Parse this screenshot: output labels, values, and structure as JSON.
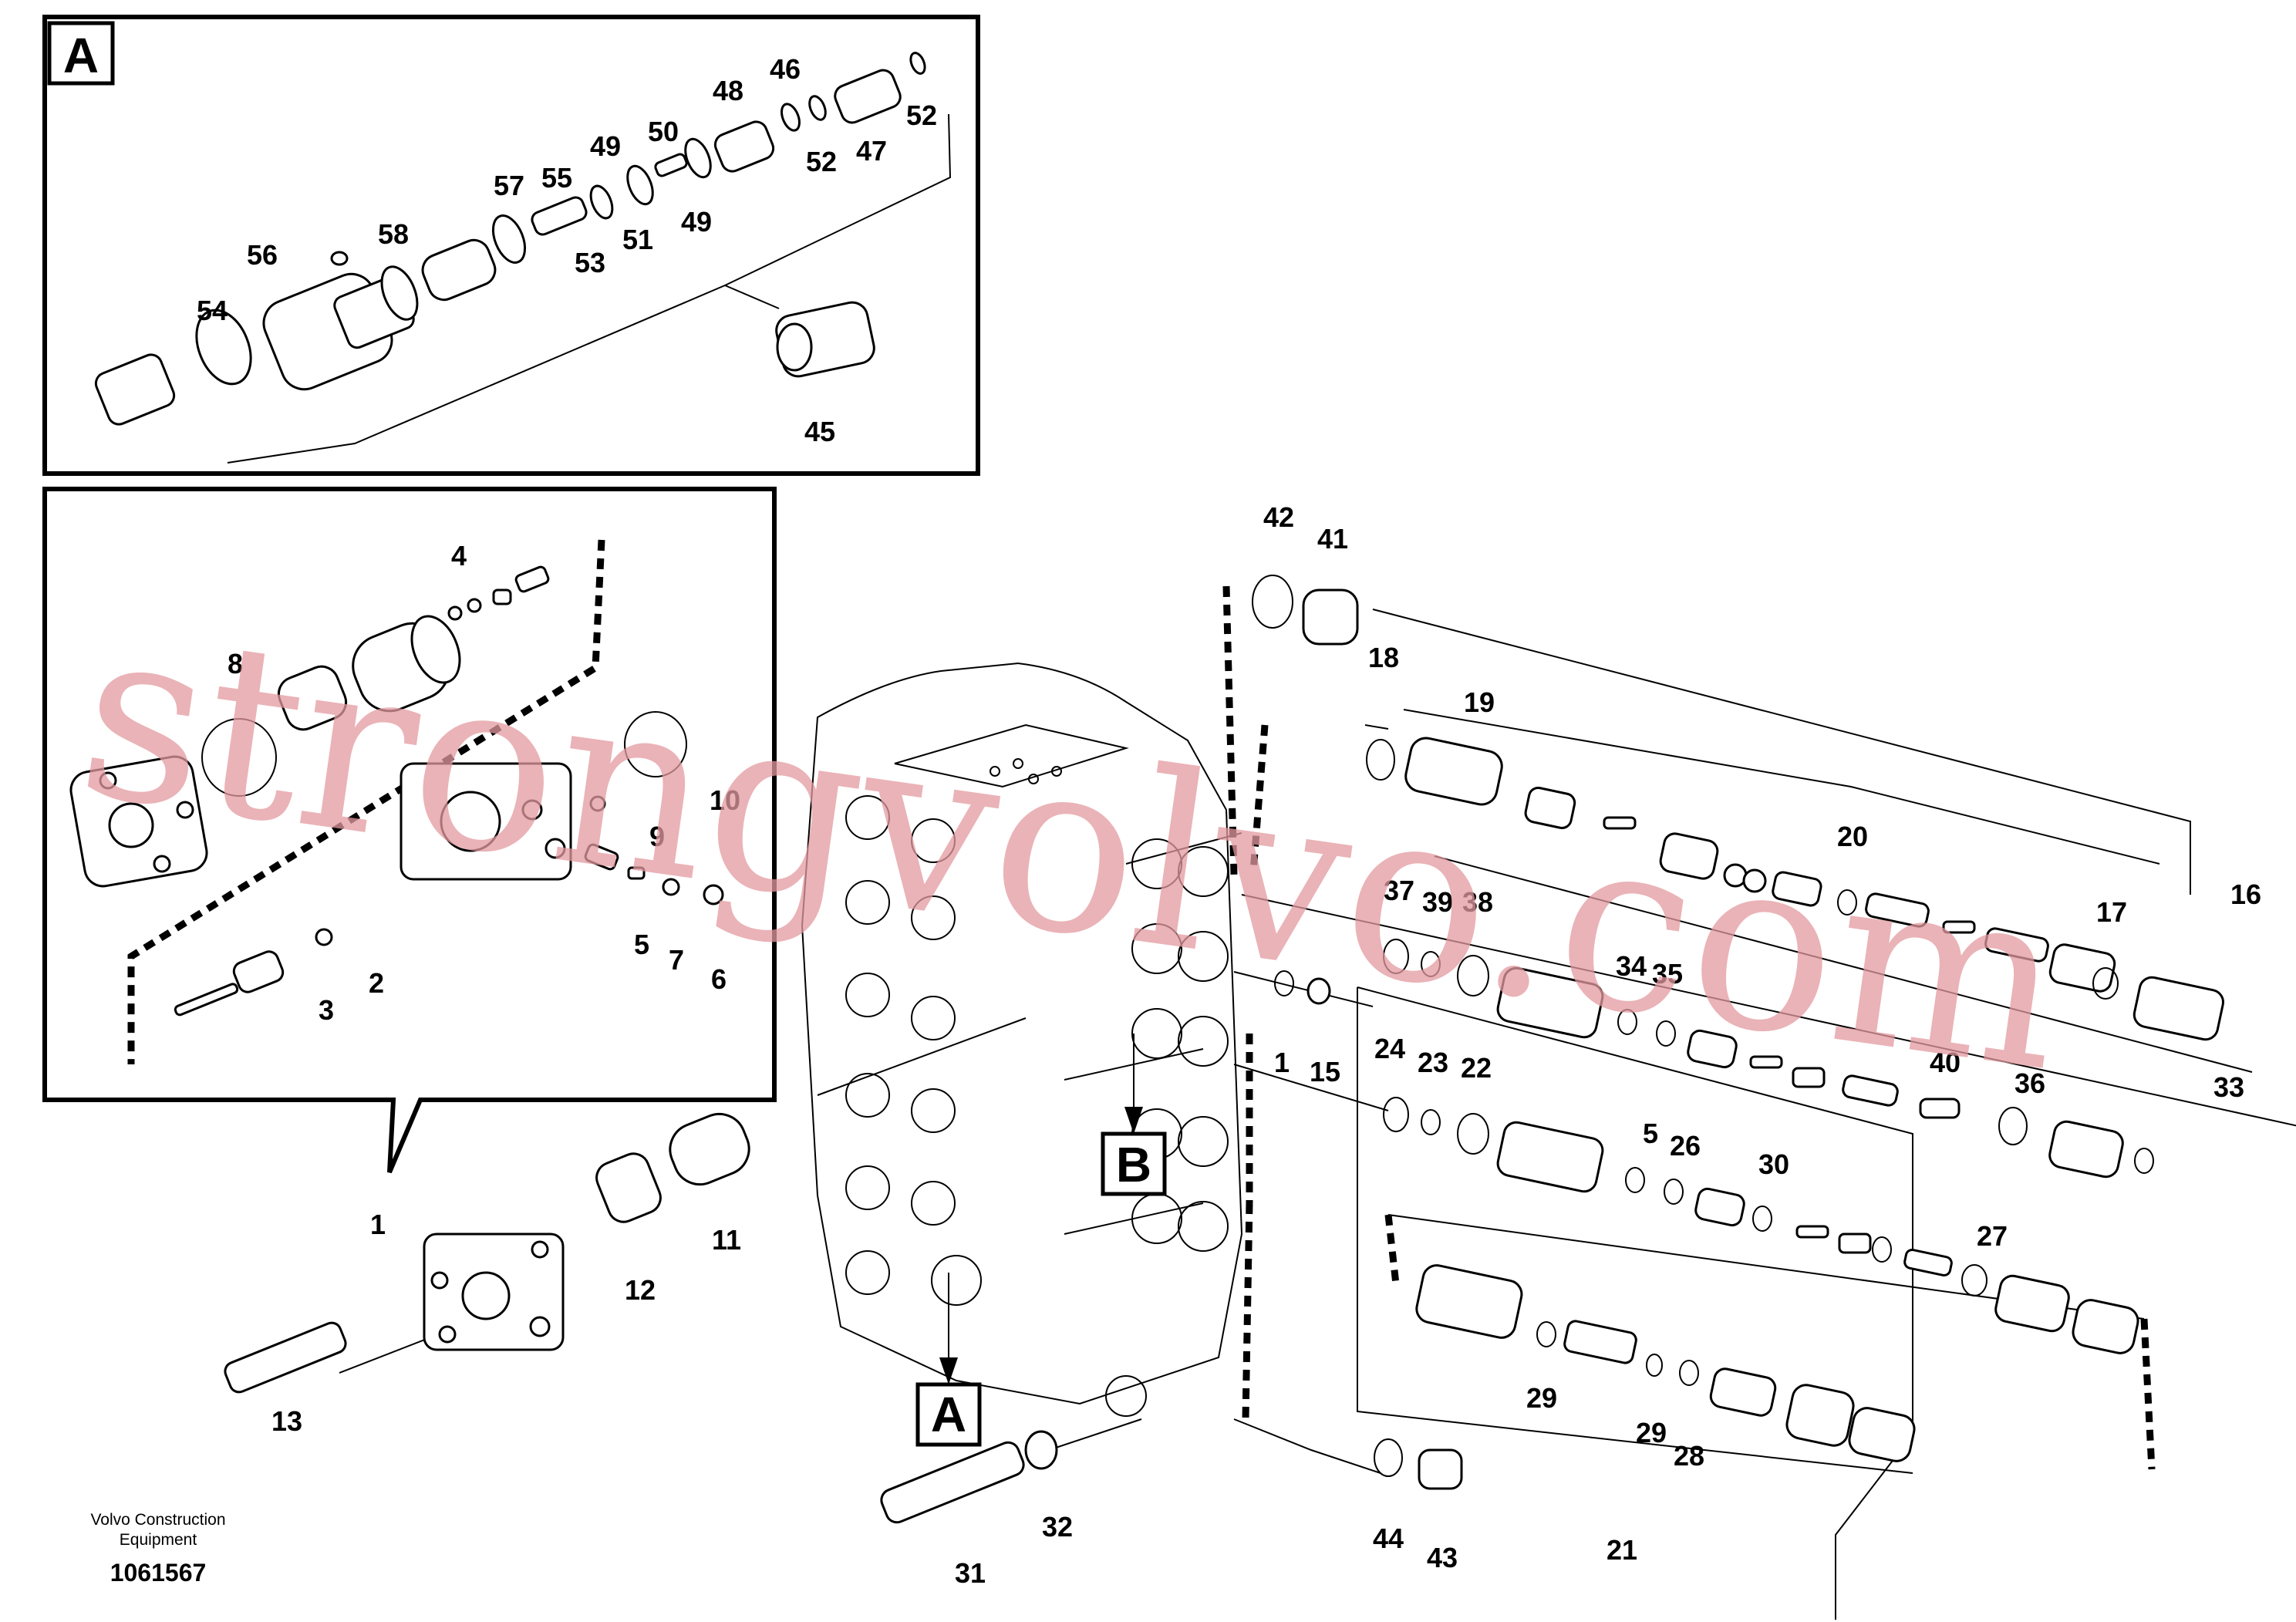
{
  "diagram": {
    "inset_a_label": "A",
    "callout_a_label": "A",
    "callout_b_label": "B",
    "labels": {
      "p1": "1",
      "p2": "2",
      "p3": "3",
      "p4": "4",
      "p5a": "5",
      "p5b": "5",
      "p6": "6",
      "p7a": "7",
      "p8": "8",
      "p9": "9",
      "p10": "10",
      "p11": "11",
      "p12": "12",
      "p13": "13",
      "p14": "1",
      "p15": "15",
      "p16": "16",
      "p17": "17",
      "p18": "18",
      "p19": "19",
      "p20": "20",
      "p21": "21",
      "p22": "22",
      "p23": "23",
      "p24": "24",
      "p26": "26",
      "p27": "27",
      "p28": "28",
      "p29a": "29",
      "p29b": "29",
      "p30": "30",
      "p31": "31",
      "p32": "32",
      "p33": "33",
      "p34": "34",
      "p35": "35",
      "p36": "36",
      "p37": "37",
      "p38": "38",
      "p39": "39",
      "p40": "40",
      "p41": "41",
      "p42": "42",
      "p43": "43",
      "p44": "44",
      "p45": "45",
      "p46": "46",
      "p47": "47",
      "p48": "48",
      "p49a": "49",
      "p49b": "49",
      "p50": "50",
      "p51": "51",
      "p52a": "52",
      "p52b": "52",
      "p53": "53",
      "p54": "54",
      "p55": "55",
      "p56": "56",
      "p57": "57",
      "p58": "58"
    }
  },
  "footer": {
    "company_line1": "Volvo Construction",
    "company_line2": "Equipment",
    "drawing_number": "1061567"
  },
  "watermark": {
    "text": "strongvolvo.com"
  }
}
